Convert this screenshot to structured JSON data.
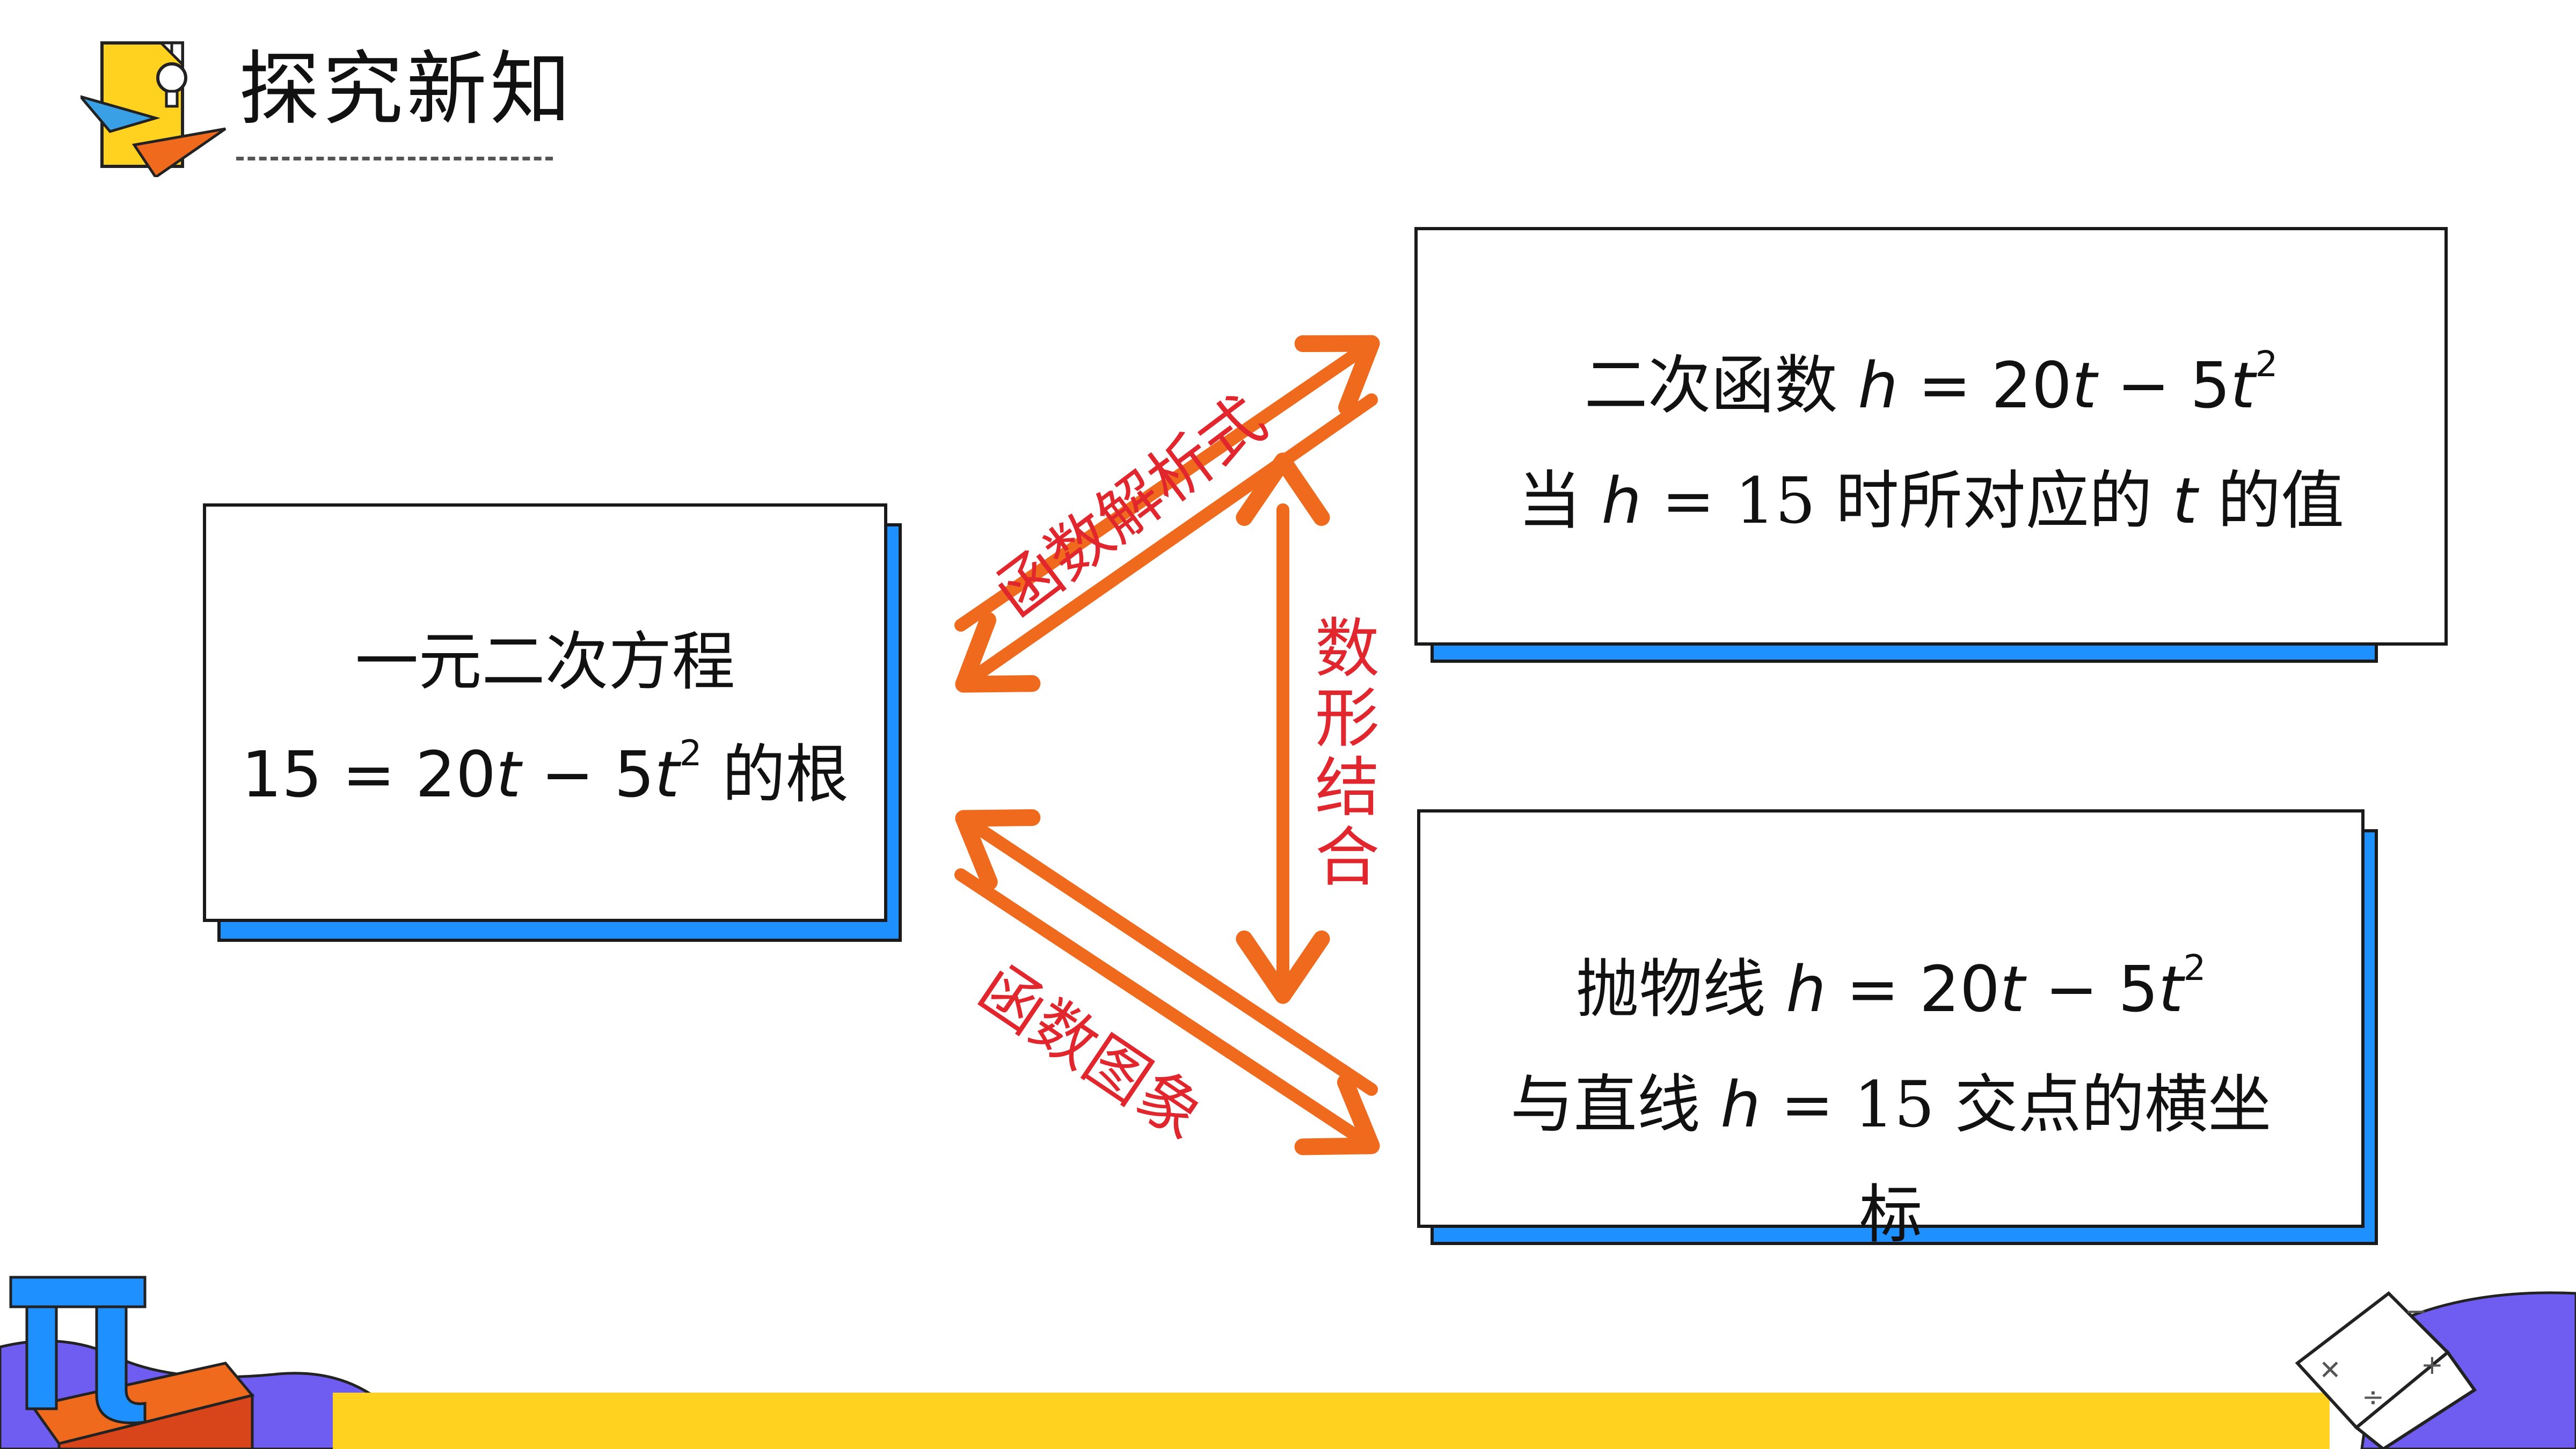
{
  "header": {
    "title": "探究新知"
  },
  "left_box": {
    "line1": "一元二次方程",
    "line2_prefix": "15 = 20",
    "line2_t": "t",
    "line2_mid": " − 5",
    "line2_t2": "t",
    "line2_sup": "2",
    "line2_suffix": "  的根"
  },
  "top_box": {
    "l1_prefix": "二次函数  ",
    "l1_h": "h",
    "l1_mid": " = 20",
    "l1_t": "t",
    "l1_mid2": " − 5",
    "l1_t2": "t",
    "l1_sup": "2",
    "l2_prefix": "当  ",
    "l2_h": "h",
    "l2_mid": " = 15 时所对应的  ",
    "l2_t": "t",
    "l2_suffix": "  的值"
  },
  "bottom_box": {
    "l1_prefix": "抛物线  ",
    "l1_h": "h",
    "l1_mid": " = 20",
    "l1_t": "t",
    "l1_mid2": " − 5",
    "l1_t2": "t",
    "l1_sup": "2",
    "l2_prefix": "与直线  ",
    "l2_h": "h",
    "l2_mid": " = 15 交点的横坐",
    "l3": "标"
  },
  "labels": {
    "upper_diagonal": "函数解析式",
    "lower_diagonal": "函数图象",
    "vertical": "数形结合"
  },
  "colors": {
    "arrow": "#f06a1e",
    "label": "#e1262d",
    "shadow": "#1e90ff",
    "bar": "#ffd21f"
  }
}
